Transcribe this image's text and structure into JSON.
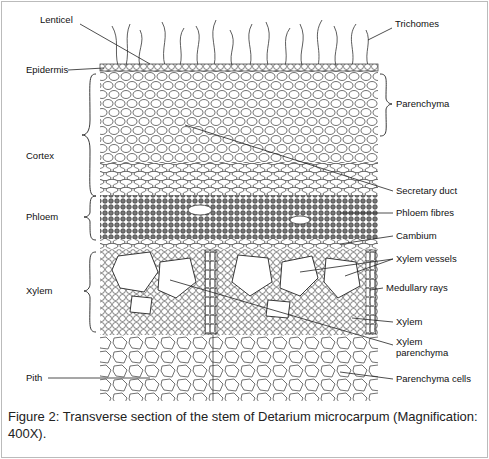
{
  "diagram": {
    "caption": "Figure 2: Transverse section of the stem of Detarium microcarpum (Magnification: 400X).",
    "labels": [
      "Lenticel",
      "Trichomes",
      "Epidermis",
      "Parenchyma",
      "Cortex",
      "Secretary duct",
      "Phloem fibres",
      "Phloem",
      "Cambium",
      "Xylem vessels",
      "Medullary rays",
      "Xylem",
      "Xylem",
      "Xylem parenchyma",
      "Pith",
      "Parenchyma cells"
    ]
  }
}
